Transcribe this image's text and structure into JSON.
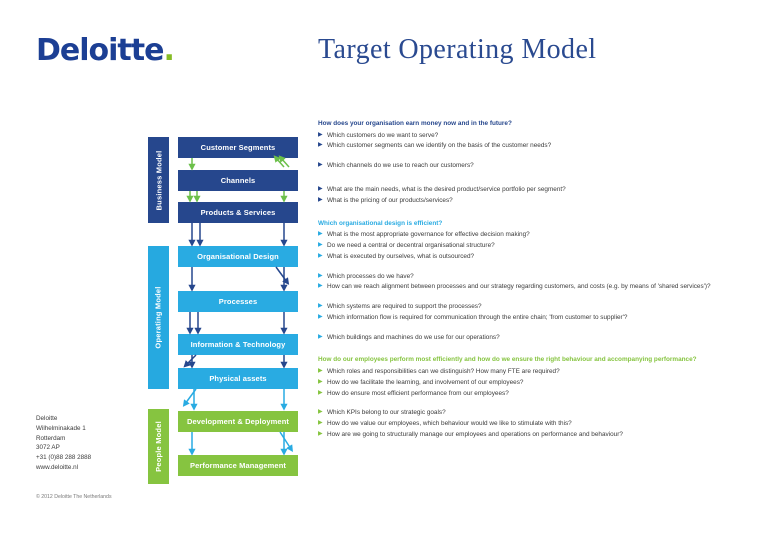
{
  "brand": {
    "logo_text": "Deloitte",
    "logo_dot": ".",
    "logo_color": "#1c3f94",
    "dot_color": "#86bc25"
  },
  "header": {
    "title": "Target Operating Model",
    "title_color": "#2a4a90"
  },
  "diagram": {
    "bands": [
      {
        "label": "Business Model",
        "color": "#26478d"
      },
      {
        "label": "Operating Model",
        "color": "#26a9e0"
      },
      {
        "label": "People Model",
        "color": "#86c440"
      }
    ],
    "nodes": [
      {
        "label": "Customer Segments",
        "band": "Business Model",
        "color": "#26478d"
      },
      {
        "label": "Channels",
        "band": "Business Model",
        "color": "#26478d"
      },
      {
        "label": "Products & Services",
        "band": "Business Model",
        "color": "#26478d"
      },
      {
        "label": "Organisational Design",
        "band": "Operating Model",
        "color": "#29ABE2"
      },
      {
        "label": "Processes",
        "band": "Operating Model",
        "color": "#29ABE2"
      },
      {
        "label": "Information & Technology",
        "band": "Operating Model",
        "color": "#29ABE2"
      },
      {
        "label": "Physical assets",
        "band": "Operating Model",
        "color": "#29ABE2"
      },
      {
        "label": "Development & Deployment",
        "band": "People Model",
        "color": "#86c440"
      },
      {
        "label": "Performance Management",
        "band": "People Model",
        "color": "#86c440"
      }
    ],
    "arrow_colors": {
      "business": "#6cc04a",
      "operating": "#26478d",
      "people": "#29ABE2"
    }
  },
  "questions": [
    {
      "heading": "How does your organisation earn money now and in the future?",
      "heading_color": "#26478d",
      "bullet_color": "navy",
      "groups": [
        [
          "Which customers do we want to serve?",
          "Which customer segments can we identify on the basis of the customer needs?"
        ],
        [
          "Which channels do we use to reach our customers?"
        ],
        [
          "What are the main needs, what is the desired product/service portfolio per segment?",
          "What is the pricing of our products/services?"
        ]
      ]
    },
    {
      "heading": "Which organisational design is efficient?",
      "heading_color": "#29ABE2",
      "bullet_color": "cyan",
      "groups": [
        [
          "What is the most appropriate governance for effective decision making?",
          "Do we need a central or decentral organisational structure?",
          "What is executed by ourselves, what is outsourced?"
        ],
        [
          "Which processes do we have?",
          "How can we reach alignment between processes and our strategy regarding customers, and costs (e.g. by means of 'shared services')?"
        ],
        [
          "Which systems are required to support the processes?",
          "Which information flow is required for communication through the entire chain; 'from customer to supplier'?"
        ],
        [
          "Which buildings and machines do we use for our operations?"
        ]
      ]
    },
    {
      "heading": "How do our employees perform most efficiently and how do we ensure the right behaviour and accompanying performance?",
      "heading_color": "#86c440",
      "bullet_color": "green",
      "groups": [
        [
          "Which roles and responsibilities can we distinguish? How many FTE are required?",
          "How do we facilitate the learning, and involvement of our employees?",
          "How do ensure most efficient performance from our employees?"
        ],
        [
          "Which KPIs belong to our strategic goals?",
          "How do we value our employees, which behaviour would we like to stimulate with this?",
          "How are we going to structurally manage our employees and operations on performance and behaviour?"
        ]
      ]
    }
  ],
  "footer": {
    "address_lines": [
      "Deloitte",
      "Wilhelminakade 1",
      "Rotterdam",
      "3072 AP",
      "+31 (0)88 288 2888",
      "www.deloitte.nl"
    ],
    "copyright": "© 2012 Deloitte The Netherlands"
  },
  "icons": {
    "bullet_marker": "triangle-right-icon"
  }
}
